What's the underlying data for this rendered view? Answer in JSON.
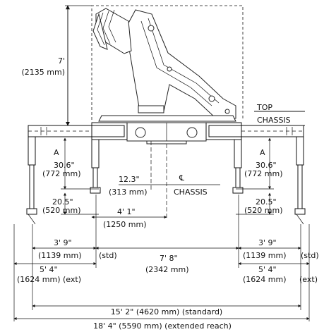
{
  "height": {
    "ft": "7'",
    "mm": "(2135 mm)"
  },
  "labels": {
    "top": "TOP",
    "chassis": "CHASSIS",
    "A": "A"
  },
  "outrigger_left": {
    "stroke_in": "30.6\"",
    "stroke_mm": "(772 mm)",
    "lift_in": "20.5\"",
    "lift_mm": "(520 mm)"
  },
  "outrigger_right": {
    "stroke_in": "30.6\"",
    "stroke_mm": "(772 mm)",
    "lift_in": "20.5\"",
    "lift_mm": "(520 mm)"
  },
  "center": {
    "offset_in": "12.3\"",
    "offset_mm": "(313 mm)",
    "cl": "℄",
    "chassis": "CHASSIS",
    "dist_ft": "4' 1\"",
    "dist_mm": "(1250 mm)"
  },
  "side_left": {
    "std_ft": "3' 9\"",
    "std_mm": "(1139 mm)",
    "std_tag": "(std)",
    "ext_ft": "5' 4\"",
    "ext_mm": "(1624 mm) (ext)"
  },
  "side_right": {
    "std_ft": "3' 9\"",
    "std_mm": "(1139 mm)",
    "std_tag": "(std)",
    "ext_ft": "5' 4\"",
    "ext_mm": "(1624 mm)",
    "ext_tag": "(ext)"
  },
  "middle": {
    "ft": "7' 8\"",
    "mm": "(2342 mm)"
  },
  "overall": {
    "standard": "15' 2\" (4620 mm) (standard)",
    "extended": "18' 4\" (5590 mm) (extended reach)"
  }
}
